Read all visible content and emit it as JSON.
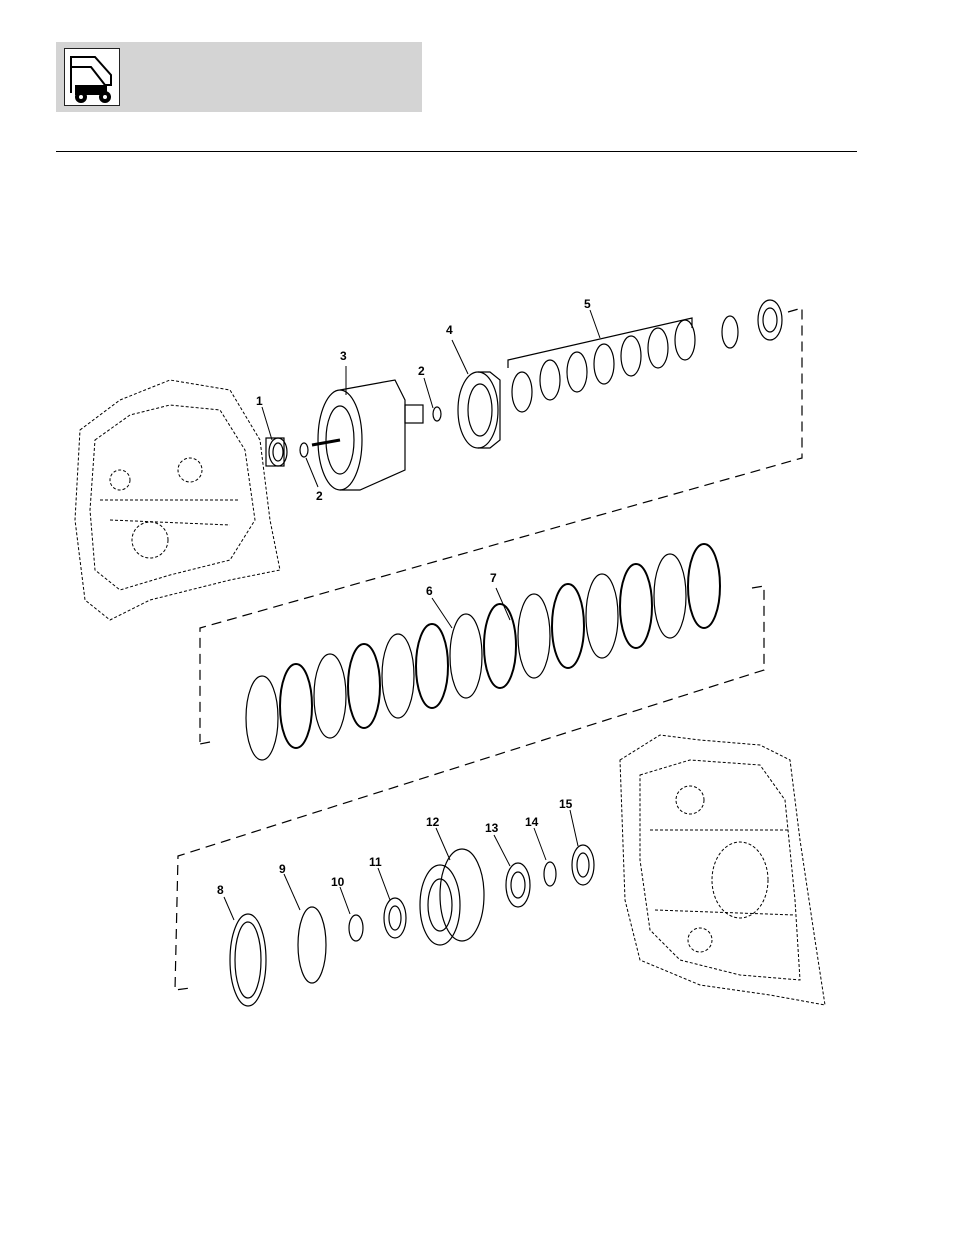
{
  "header": {
    "logo_icon": "telehandler-machine-icon"
  },
  "diagram": {
    "callouts": [
      "1",
      "2",
      "3",
      "2",
      "4",
      "5",
      "6",
      "7",
      "8",
      "9",
      "10",
      "11",
      "12",
      "13",
      "14",
      "15"
    ]
  }
}
